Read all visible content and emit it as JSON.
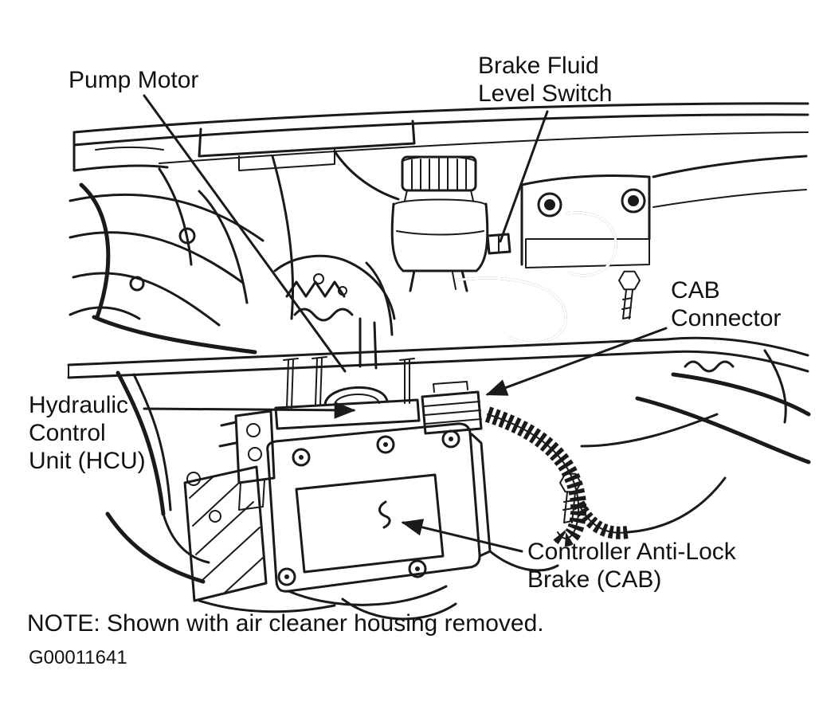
{
  "figure": {
    "title_semantic": "ABS hydraulic control unit component location diagram",
    "colors": {
      "line": "#1a1a1a",
      "background": "#ffffff"
    },
    "labels": {
      "pump_motor": "Pump Motor",
      "brake_fluid_level_switch": "Brake Fluid\nLevel Switch",
      "cab_connector": "CAB\nConnector",
      "hydraulic_control_unit": "Hydraulic\nControl\nUnit (HCU)",
      "controller_anti_lock_brake": "Controller Anti-Lock\nBrake (CAB)"
    },
    "note": "NOTE: Shown with air cleaner housing removed.",
    "figure_id": "G00011641"
  }
}
